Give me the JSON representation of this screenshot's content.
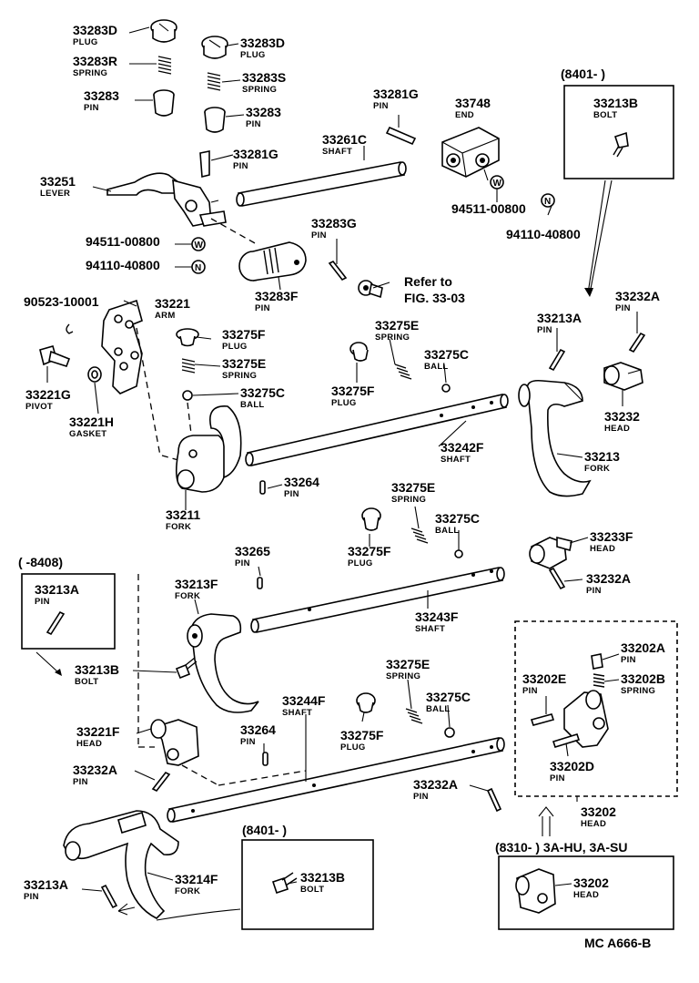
{
  "diagram_code": "MC A666-B",
  "labels": [
    {
      "id": "plug-33283d-a",
      "pn": "33283D",
      "nm": "PLUG"
    },
    {
      "id": "plug-33283d-b",
      "pn": "33283D",
      "nm": "PLUG"
    },
    {
      "id": "spring-33283r",
      "pn": "33283R",
      "nm": "SPRING"
    },
    {
      "id": "spring-33283s",
      "pn": "33283S",
      "nm": "SPRING"
    },
    {
      "id": "pin-33283-a",
      "pn": "33283",
      "nm": "PIN"
    },
    {
      "id": "pin-33283-b",
      "pn": "33283",
      "nm": "PIN"
    },
    {
      "id": "pin-33281g-a",
      "pn": "33281G",
      "nm": "PIN"
    },
    {
      "id": "pin-33281g-b",
      "pn": "33281G",
      "nm": "PIN"
    },
    {
      "id": "end-33748",
      "pn": "33748",
      "nm": "END"
    },
    {
      "id": "bolt-33213b-top",
      "pn": "33213B",
      "nm": "BOLT"
    },
    {
      "id": "shaft-33261c",
      "pn": "33261C",
      "nm": "SHAFT"
    },
    {
      "id": "lever-33251",
      "pn": "33251",
      "nm": "LEVER"
    },
    {
      "id": "washer-94511-a",
      "pn": "94511-00800",
      "nm": ""
    },
    {
      "id": "nut-94110-a",
      "pn": "94110-40800",
      "nm": ""
    },
    {
      "id": "washer-94511-b",
      "pn": "94511-00800",
      "nm": ""
    },
    {
      "id": "nut-94110-b",
      "pn": "94110-40800",
      "nm": ""
    },
    {
      "id": "pin-33283g",
      "pn": "33283G",
      "nm": "PIN"
    },
    {
      "id": "pin-33283f",
      "pn": "33283F",
      "nm": "PIN"
    },
    {
      "id": "refer",
      "pn": "Refer to",
      "nm": ""
    },
    {
      "id": "refer-fig",
      "pn": "FIG. 33-03",
      "nm": ""
    },
    {
      "id": "clip-90523",
      "pn": "90523-10001",
      "nm": ""
    },
    {
      "id": "arm-33221",
      "pn": "33221",
      "nm": "ARM"
    },
    {
      "id": "pivot-33221g",
      "pn": "33221G",
      "nm": "PIVOT"
    },
    {
      "id": "gasket-33221h",
      "pn": "33221H",
      "nm": "GASKET"
    },
    {
      "id": "plug-33275f-a",
      "pn": "33275F",
      "nm": "PLUG"
    },
    {
      "id": "spring-33275e-a",
      "pn": "33275E",
      "nm": "SPRING"
    },
    {
      "id": "ball-33275c-a",
      "pn": "33275C",
      "nm": "BALL"
    },
    {
      "id": "spring-33275e-b",
      "pn": "33275E",
      "nm": "SPRING"
    },
    {
      "id": "ball-33275c-b",
      "pn": "33275C",
      "nm": "BALL"
    },
    {
      "id": "plug-33275f-b",
      "pn": "33275F",
      "nm": "PLUG"
    },
    {
      "id": "pin-33213a-a",
      "pn": "33213A",
      "nm": "PIN"
    },
    {
      "id": "pin-33232a-a",
      "pn": "33232A",
      "nm": "PIN"
    },
    {
      "id": "head-33232",
      "pn": "33232",
      "nm": "HEAD"
    },
    {
      "id": "shaft-33242f",
      "pn": "33242F",
      "nm": "SHAFT"
    },
    {
      "id": "fork-33213",
      "pn": "33213",
      "nm": "FORK"
    },
    {
      "id": "fork-33211",
      "pn": "33211",
      "nm": "FORK"
    },
    {
      "id": "pin-33264-a",
      "pn": "33264",
      "nm": "PIN"
    },
    {
      "id": "spring-33275e-c",
      "pn": "33275E",
      "nm": "SPRING"
    },
    {
      "id": "ball-33275c-c",
      "pn": "33275C",
      "nm": "BALL"
    },
    {
      "id": "plug-33275f-c",
      "pn": "33275F",
      "nm": "PLUG"
    },
    {
      "id": "head-33233f",
      "pn": "33233F",
      "nm": "HEAD"
    },
    {
      "id": "pin-33232a-b",
      "pn": "33232A",
      "nm": "PIN"
    },
    {
      "id": "pin-33265",
      "pn": "33265",
      "nm": "PIN"
    },
    {
      "id": "fork-33213f",
      "pn": "33213F",
      "nm": "FORK"
    },
    {
      "id": "shaft-33243f",
      "pn": "33243F",
      "nm": "SHAFT"
    },
    {
      "id": "pin-33213a-b",
      "pn": "33213A",
      "nm": "PIN"
    },
    {
      "id": "bolt-33213b-mid",
      "pn": "33213B",
      "nm": "BOLT"
    },
    {
      "id": "spring-33275e-d",
      "pn": "33275E",
      "nm": "SPRING"
    },
    {
      "id": "ball-33275c-d",
      "pn": "33275C",
      "nm": "BALL"
    },
    {
      "id": "plug-33275f-d",
      "pn": "33275F",
      "nm": "PLUG"
    },
    {
      "id": "shaft-33244f",
      "pn": "33244F",
      "nm": "SHAFT"
    },
    {
      "id": "pin-33264-b",
      "pn": "33264",
      "nm": "PIN"
    },
    {
      "id": "head-33221f",
      "pn": "33221F",
      "nm": "HEAD"
    },
    {
      "id": "pin-33232a-c",
      "pn": "33232A",
      "nm": "PIN"
    },
    {
      "id": "pin-33202a",
      "pn": "33202A",
      "nm": "PIN"
    },
    {
      "id": "pin-33202e",
      "pn": "33202E",
      "nm": "PIN"
    },
    {
      "id": "spring-33202b",
      "pn": "33202B",
      "nm": "SPRING"
    },
    {
      "id": "pin-33202d",
      "pn": "33202D",
      "nm": "PIN"
    },
    {
      "id": "pin-33232a-d",
      "pn": "33232A",
      "nm": "PIN"
    },
    {
      "id": "head-33202-a",
      "pn": "33202",
      "nm": "HEAD"
    },
    {
      "id": "pin-33213a-c",
      "pn": "33213A",
      "nm": "PIN"
    },
    {
      "id": "fork-33214f",
      "pn": "33214F",
      "nm": "FORK"
    },
    {
      "id": "bolt-33213b-bot",
      "pn": "33213B",
      "nm": "BOLT"
    },
    {
      "id": "head-33202-b",
      "pn": "33202",
      "nm": "HEAD"
    }
  ],
  "box_headers": [
    {
      "id": "hdr-8401-top",
      "text": "(8401-        )"
    },
    {
      "id": "hdr-8408",
      "text": "(        -8408)"
    },
    {
      "id": "hdr-8401-bot",
      "text": "(8401-        )"
    },
    {
      "id": "hdr-8310",
      "text": "(8310-          ) 3A-HU, 3A-SU"
    }
  ],
  "symbols": [
    {
      "id": "sym-w-1",
      "text": "W"
    },
    {
      "id": "sym-n-1",
      "text": "N"
    },
    {
      "id": "sym-w-2",
      "text": "W"
    },
    {
      "id": "sym-n-2",
      "text": "N"
    }
  ]
}
